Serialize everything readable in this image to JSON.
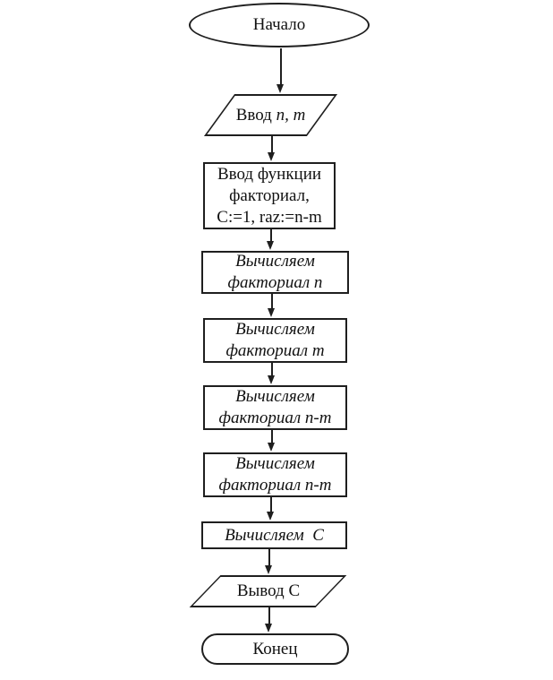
{
  "diagram": {
    "type": "flowchart",
    "colors": {
      "line": "#1f1f1f",
      "background": "#ffffff",
      "text": "#111111"
    },
    "nodes": [
      {
        "type": "terminator",
        "label": "Начало"
      },
      {
        "type": "io",
        "prefix": "Ввод ",
        "vars": "n, m"
      },
      {
        "type": "process",
        "label": "Ввод функции\nфакториал,\nC:=1, raz:=n-m"
      },
      {
        "type": "process",
        "label": "Вычисляем\nфакториал n"
      },
      {
        "type": "process",
        "label": "Вычисляем\nфакториал m"
      },
      {
        "type": "process",
        "label": "Вычисляем\nфакториал n-m"
      },
      {
        "type": "process",
        "label": "Вычисляем\nфакториал n-m"
      },
      {
        "type": "process",
        "label": "Вычисляем  C"
      },
      {
        "type": "io",
        "label": "Вывод C"
      },
      {
        "type": "terminator",
        "label": "Конец"
      }
    ]
  }
}
